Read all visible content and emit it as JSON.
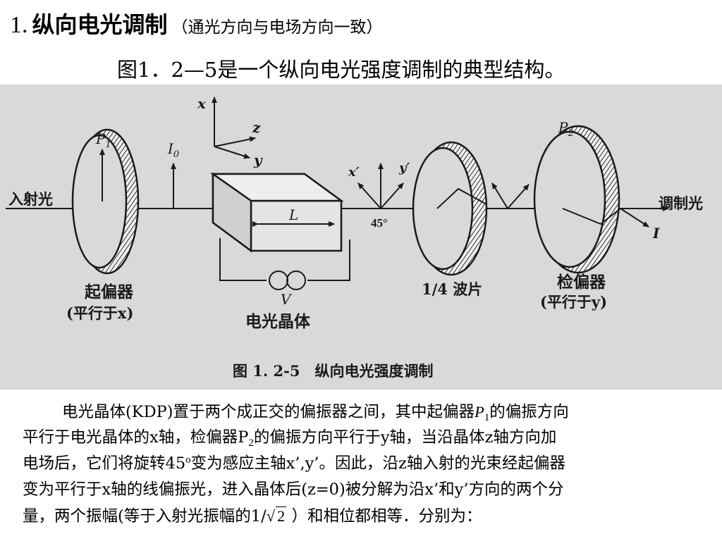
{
  "header": {
    "number": "1.",
    "title": "纵向电光调制",
    "note": "（通光方向与电场方向一致）"
  },
  "subtitle": "图1．2—5是一个纵向电光强度调制的典型结构。",
  "figure": {
    "labels": {
      "input_light": "入射光",
      "output_light": "调制光",
      "p1": "P",
      "p1_sub": "1",
      "p2": "P",
      "p2_sub": "2",
      "i0": "I",
      "i0_sub": "0",
      "axis_x": "x",
      "axis_y": "y",
      "axis_z": "z",
      "axis_xp": "x′",
      "axis_yp": "y′",
      "angle": "45°",
      "length": "L",
      "voltage": "V",
      "output_i": "I",
      "polarizer": "起偏器",
      "polarizer_note": "(平行于x)",
      "crystal": "电光晶体",
      "waveplate": "1/4 波片",
      "analyzer": "检偏器",
      "analyzer_note": "(平行于y)",
      "caption": "图 1. 2-5　纵向电光强度调制"
    }
  },
  "body": {
    "l1a": "电光晶体(KDP)置于两个成正交的偏振器之间，其中起偏器",
    "l1_p": "P",
    "l1_psub": "1",
    "l1b": "的偏振方向",
    "l2a": "平行于电光晶体的x轴，检偏器P",
    "l2_sub": "2",
    "l2b": "的偏振方向平行于y轴，当沿晶体z轴方向加",
    "l3a": "电场后，它们将旋转45",
    "l3_sup": "o",
    "l3b": "变为感应主轴x’,y’。因此，沿z轴入射的光束经起偏器",
    "l4": "变为平行于x轴的线偏振光，进入晶体后(z=0)被分解为沿x’和y’方向的两个分",
    "l5a": "量，两个振幅(等于入射光振幅的1/",
    "l5_sqrt": "2",
    "l5b": "  ）和相位都相等．分别为："
  }
}
